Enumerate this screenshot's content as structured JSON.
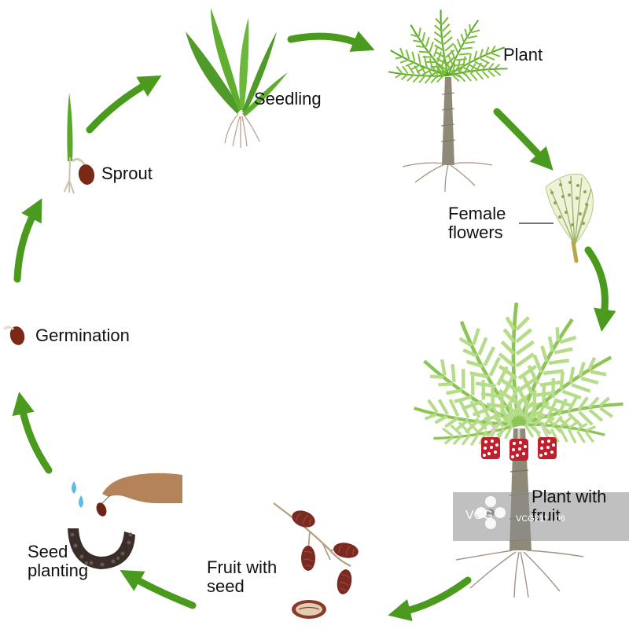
{
  "diagram": {
    "stages": {
      "seedling": "Seedling",
      "plant": "Plant",
      "female_flowers": "Female\nflowers",
      "plant_with_fruit": "Plant with\nfruit",
      "fruit_with_seed": "Fruit with\nseed",
      "seed_planting": "Seed\nplanting",
      "germination": "Germination",
      "sprout": "Sprout"
    }
  },
  "watermark": {
    "logo_text": "VCG",
    "id_text": "VCG211...06"
  },
  "colors": {
    "arrow": "#4a9a1e",
    "leaf": "#5aa82a",
    "leaf_light": "#a7d468",
    "trunk": "#8f8a78",
    "seed": "#7a2a14",
    "fruit_red": "#c0202e",
    "date_fruit": "#7a2a20",
    "hand": "#b4835a",
    "water": "#5fb8e8",
    "soil": "#3a2e2a",
    "watermark_bg": "#8c8c8c"
  }
}
